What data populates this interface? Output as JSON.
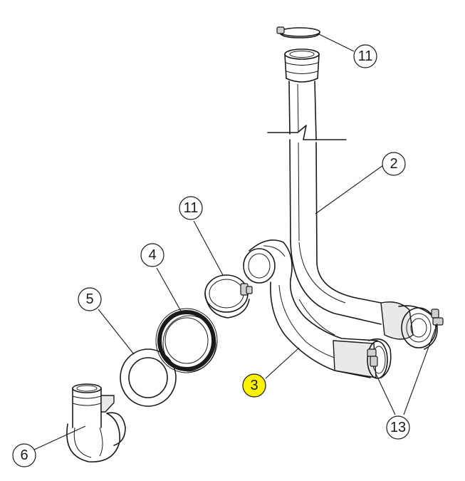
{
  "diagram": {
    "highlight_color": "#fff200",
    "callouts": [
      {
        "id": "c11_top",
        "label": "11",
        "highlighted": false
      },
      {
        "id": "c2",
        "label": "2",
        "highlighted": false
      },
      {
        "id": "c11_mid",
        "label": "11",
        "highlighted": false
      },
      {
        "id": "c4",
        "label": "4",
        "highlighted": false
      },
      {
        "id": "c5",
        "label": "5",
        "highlighted": false
      },
      {
        "id": "c3",
        "label": "3",
        "highlighted": true
      },
      {
        "id": "c13",
        "label": "13",
        "highlighted": false
      },
      {
        "id": "c6",
        "label": "6",
        "highlighted": false
      }
    ]
  }
}
